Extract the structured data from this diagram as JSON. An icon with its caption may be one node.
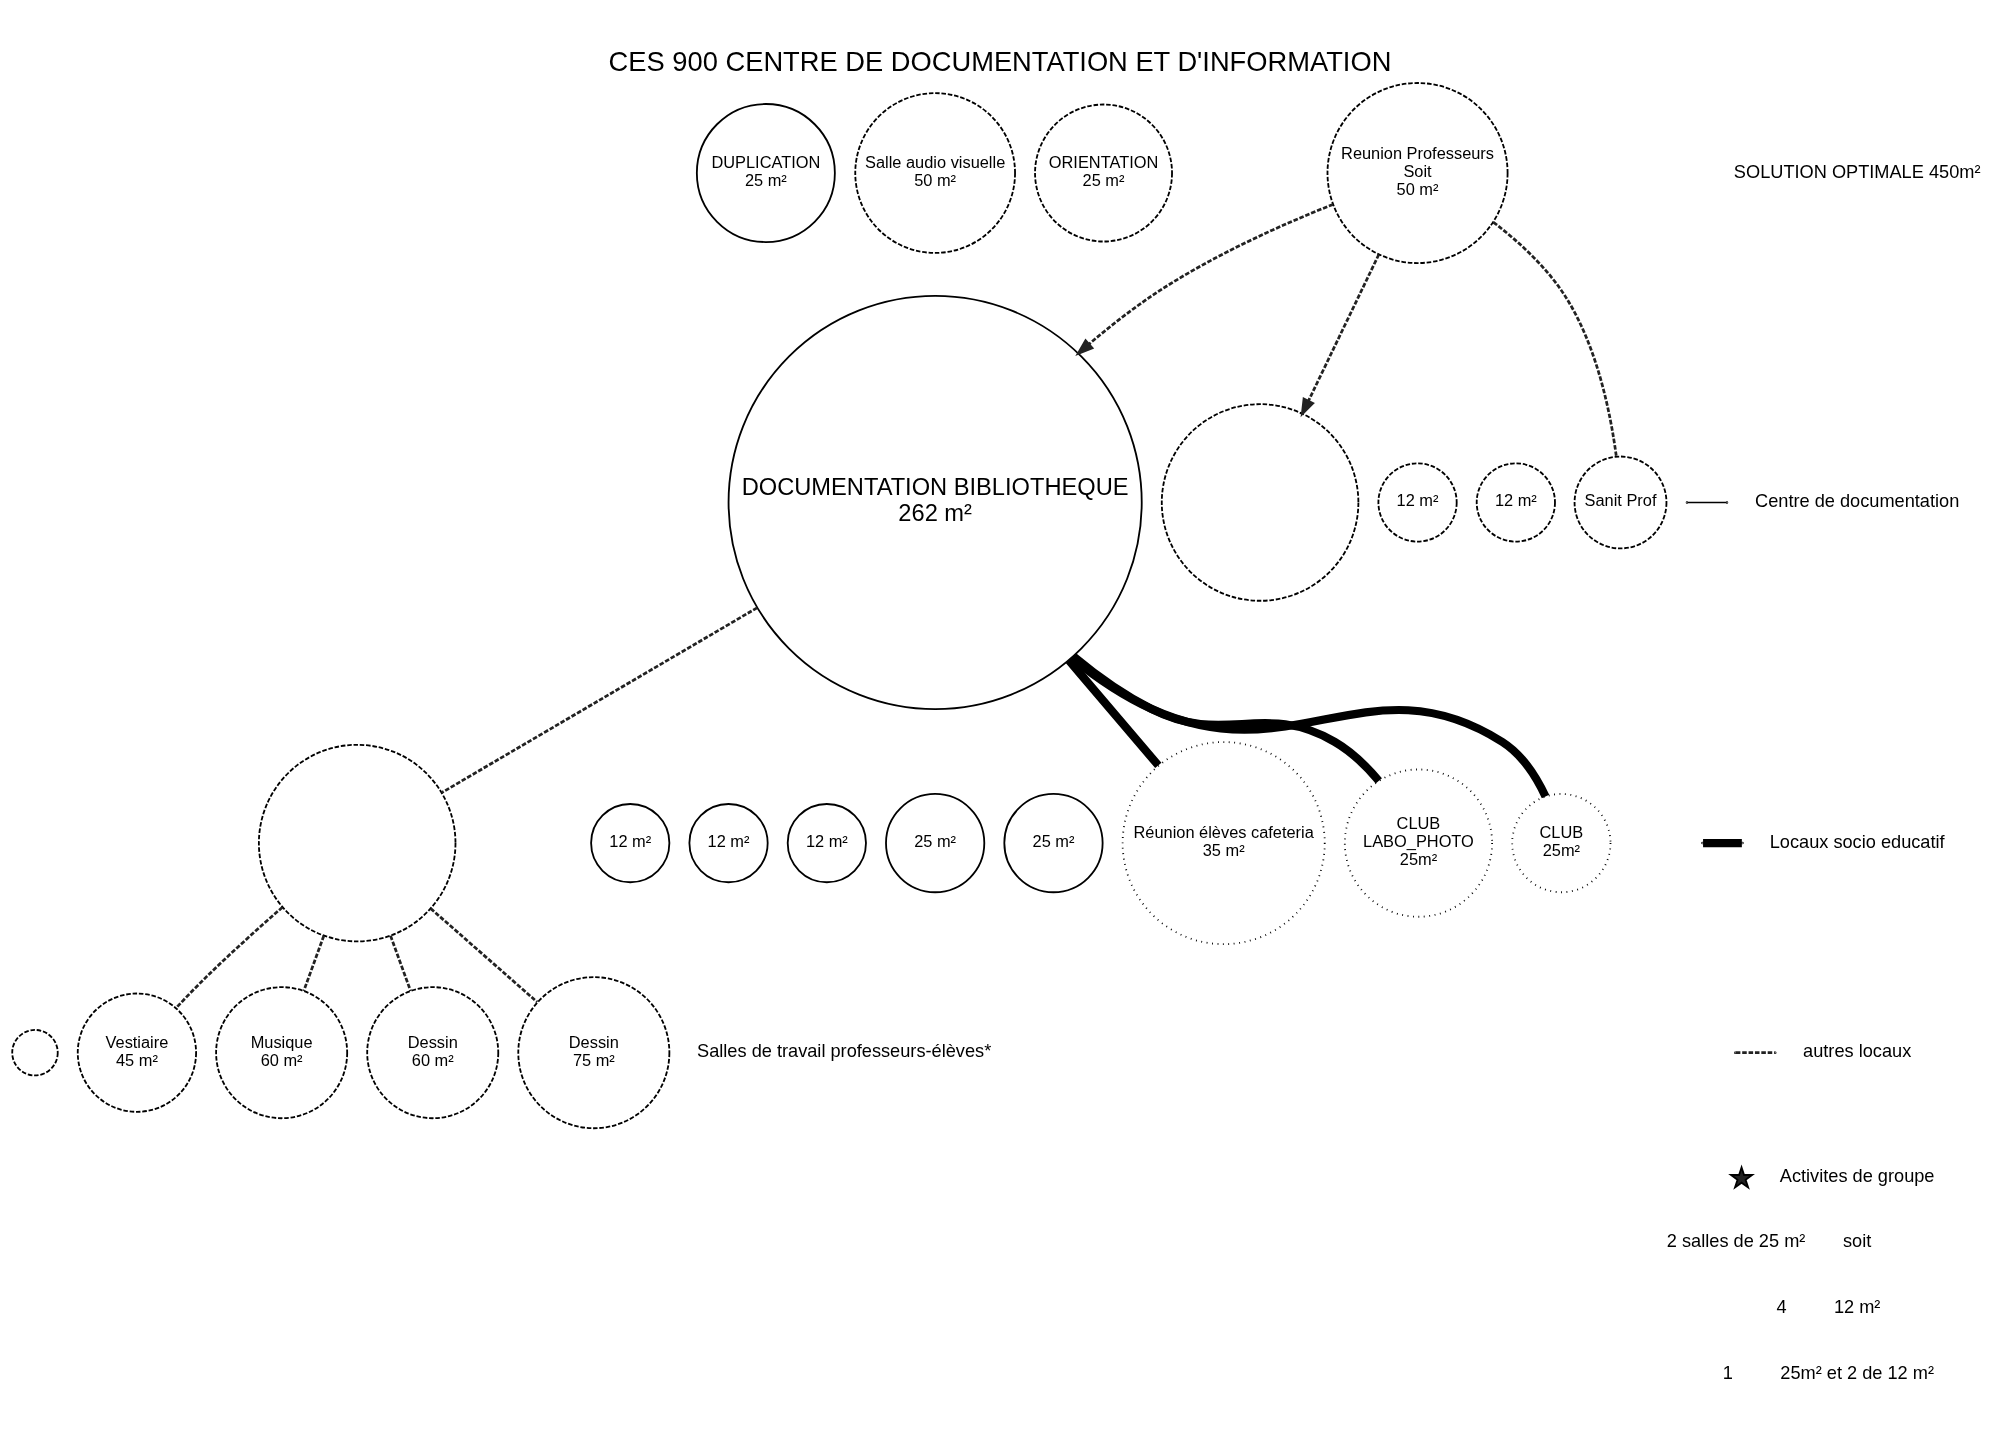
{
  "diagram": {
    "title": "CES 900 CENTRE DE DOCUMENTATION ET D'INFORMATION",
    "nodes": [
      {
        "text": [],
        "shape": "circle"
      },
      {
        "text": [],
        "shape": "circle"
      },
      {
        "text": [],
        "shape": "circle"
      },
      {
        "text": [
          "DOCUMENTATION BIBLIOTHEQUE",
          "262 m²"
        ]
      },
      {
        "text": [
          "DUPLICATION",
          "25 m²"
        ]
      },
      {
        "text": [
          "Salle audio visuelle",
          "50 m²"
        ]
      },
      {
        "text": [
          "ORIENTATION",
          "25 m²"
        ]
      },
      {
        "text": [
          "Reunion Professeurs",
          "Soit",
          "50 m²"
        ]
      },
      {
        "text": [
          "12 m²"
        ]
      },
      {
        "text": [
          "12 m²"
        ]
      },
      {
        "text": [
          "Sanit Prof"
        ]
      },
      {
        "text": [
          "12 m²"
        ]
      },
      {
        "text": [
          "12 m²"
        ]
      },
      {
        "text": [
          "12 m²"
        ]
      },
      {
        "text": [
          "25 m²"
        ]
      },
      {
        "text": [
          "25 m²"
        ]
      },
      {
        "text": [
          "Réunion élèves cafeteria",
          "35 m²"
        ]
      },
      {
        "text": [
          "CLUB",
          "LABO_PHOTO",
          "25m²"
        ]
      },
      {
        "text": [
          "CLUB",
          "25m²"
        ]
      },
      {
        "text": [
          "Vestiaire",
          "45 m²"
        ]
      },
      {
        "text": [
          "Musique",
          "60 m²"
        ]
      },
      {
        "text": [
          "Dessin",
          "60 m²"
        ]
      },
      {
        "text": [
          "Dessin",
          "75 m²"
        ]
      }
    ],
    "edges": [
      {
        "from": 7,
        "to": 0,
        "arrow": "to",
        "style": "dashed"
      },
      {
        "from": 7,
        "to": 3,
        "arrow": "to",
        "style": "dashed"
      },
      {
        "from": 7,
        "to": 10,
        "arrow": "none",
        "style": "dashed"
      },
      {
        "from": 3,
        "to": 1,
        "arrow": "none",
        "style": "dashed"
      },
      {
        "from": 1,
        "to": 19,
        "arrow": "none",
        "style": "dashed"
      },
      {
        "from": 1,
        "to": 20,
        "arrow": "none",
        "style": "dashed"
      },
      {
        "from": 1,
        "to": 21,
        "arrow": "none",
        "style": "dashed"
      },
      {
        "from": 1,
        "to": 22,
        "arrow": "none",
        "style": "dashed"
      },
      {
        "from": 3,
        "to": 16,
        "arrow": "none",
        "style": "thick"
      },
      {
        "from": 3,
        "to": 17,
        "arrow": "none",
        "style": "thick"
      },
      {
        "from": 3,
        "to": 18,
        "arrow": "none",
        "style": "thick"
      }
    ],
    "labels": [
      "Salles de travail professeurs-élèves*",
      "SOLUTION OPTIMALE 450m²",
      "2 salles de 25 m²",
      "soit",
      "4",
      "12 m²",
      "1",
      "25m² et 2 de 12 m²"
    ],
    "legend": [
      {
        "text": "Centre de documentation"
      },
      {
        "text": "Locaux socio educatif"
      },
      {
        "text": "autres locaux"
      },
      {
        "text": "Activites de groupe"
      }
    ]
  }
}
